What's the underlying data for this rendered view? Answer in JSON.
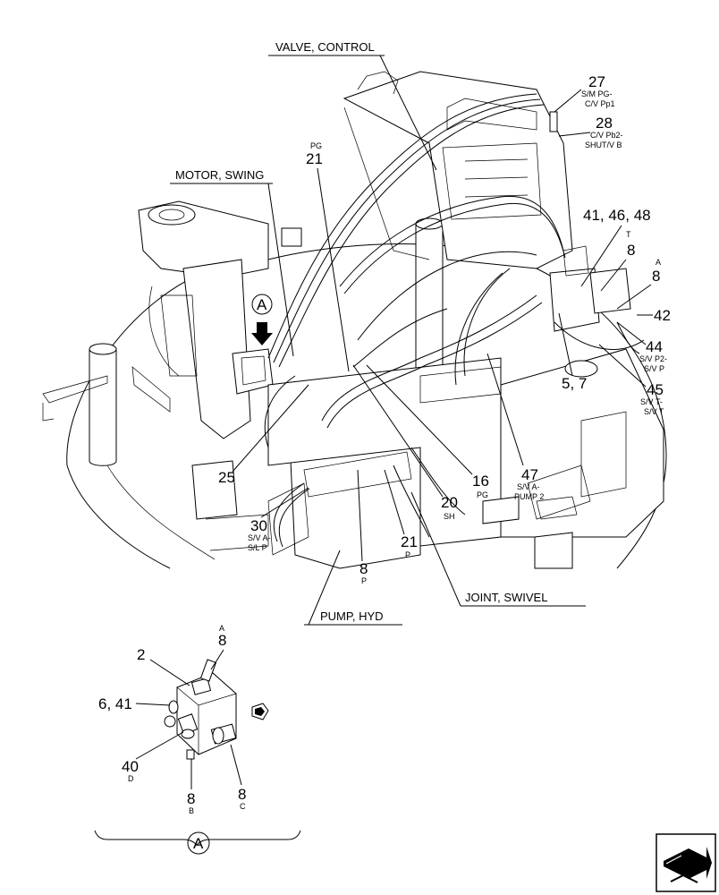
{
  "names": {
    "valve_control": "VALVE, CONTROL",
    "motor_swing": "MOTOR, SWING",
    "pump_hyd": "PUMP, HYD",
    "joint_swivel": "JOINT, SWIVEL"
  },
  "callouts": {
    "c27": {
      "num": "27",
      "sub1": "S/M PG-",
      "sub2": "C/V Pp1"
    },
    "c28": {
      "num": "28",
      "sub1": "C/V Pb2-",
      "sub2": "SHUT/V B"
    },
    "c21top": {
      "num": "21",
      "sub": "PG"
    },
    "c414648": {
      "num": "41, 46, 48",
      "sub": "T"
    },
    "c8a": {
      "num": "8"
    },
    "c8b": {
      "num": "8",
      "sub": "A"
    },
    "c42": {
      "num": "42"
    },
    "c44": {
      "num": "44",
      "sub1": "S/V P2-",
      "sub2": "S/V P"
    },
    "c57": {
      "num": "5, 7"
    },
    "c45": {
      "num": "45",
      "sub1": "S/V T-",
      "sub2": "S/V T"
    },
    "c47": {
      "num": "47",
      "sub1": "S/V A-",
      "sub2": "PUMP 2"
    },
    "c16": {
      "num": "16",
      "sub": "PG"
    },
    "c20": {
      "num": "20",
      "sub": "SH"
    },
    "c21b": {
      "num": "21",
      "sub": "P"
    },
    "c8p": {
      "num": "8",
      "sub": "P"
    },
    "c25": {
      "num": "25"
    },
    "c30": {
      "num": "30",
      "sub1": "S/V A-",
      "sub2": "S/L P"
    },
    "circA": "A"
  },
  "detail": {
    "c2": "2",
    "c8top": {
      "num": "8",
      "sub": "A"
    },
    "c641": "6, 41",
    "c40": {
      "num": "40",
      "sub": "D"
    },
    "c8B": {
      "num": "8",
      "sub": "B"
    },
    "c8C": {
      "num": "8",
      "sub": "C"
    },
    "circA": "A"
  },
  "icons": [
    "navigation-arrow-icon",
    "view-direction-arrow-icon",
    "detail-circle-a-icon"
  ]
}
